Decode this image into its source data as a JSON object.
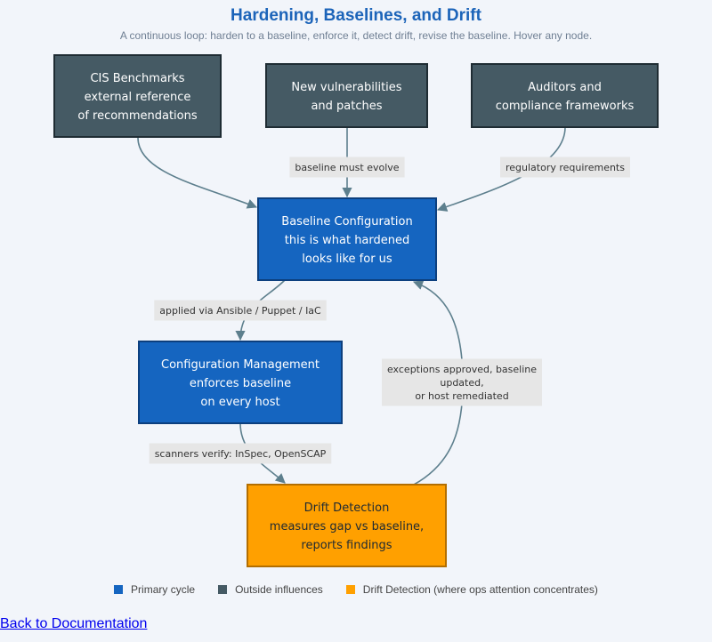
{
  "header": {
    "title": "Hardening, Baselines, and Drift",
    "subtitle": "A continuous loop: harden to a baseline, enforce it, detect drift, revise the baseline. Hover any node."
  },
  "nodes": {
    "cis": {
      "lines": [
        "CIS Benchmarks",
        "external reference",
        "of recommendations"
      ],
      "category": "outside"
    },
    "vulns": {
      "lines": [
        "New vulnerabilities",
        "and patches"
      ],
      "category": "outside"
    },
    "auditors": {
      "lines": [
        "Auditors and",
        "compliance frameworks"
      ],
      "category": "outside"
    },
    "baseline": {
      "lines": [
        "Baseline Configuration",
        "this is what hardened",
        "looks like for us"
      ],
      "category": "primary"
    },
    "config": {
      "lines": [
        "Configuration Management",
        "enforces baseline",
        "on every host"
      ],
      "category": "primary"
    },
    "drift": {
      "lines": [
        "Drift Detection",
        "measures gap vs baseline,",
        "reports findings"
      ],
      "category": "drift"
    }
  },
  "edges": [
    {
      "from": "cis",
      "to": "baseline",
      "label": []
    },
    {
      "from": "vulns",
      "to": "baseline",
      "label": [
        "baseline must evolve"
      ]
    },
    {
      "from": "auditors",
      "to": "baseline",
      "label": [
        "regulatory requirements"
      ]
    },
    {
      "from": "baseline",
      "to": "config",
      "label": [
        "applied via Ansible / Puppet / IaC"
      ]
    },
    {
      "from": "config",
      "to": "drift",
      "label": [
        "scanners verify: InSpec, OpenSCAP"
      ]
    },
    {
      "from": "drift",
      "to": "baseline",
      "label": [
        "exceptions approved, baseline",
        "updated,",
        "or host remediated"
      ]
    }
  ],
  "legend": [
    {
      "label": "Primary cycle",
      "color": "#1565c0"
    },
    {
      "label": "Outside influences",
      "color": "#455a64"
    },
    {
      "label": "Drift Detection (where ops attention concentrates)",
      "color": "#ffa000"
    }
  ],
  "colors": {
    "primary": "#1565c0",
    "outside": "#455a64",
    "drift": "#ffa000",
    "edge": "#5d7f8d",
    "title": "#1c64b9"
  },
  "footer": {
    "back_link": "Back to Documentation"
  }
}
